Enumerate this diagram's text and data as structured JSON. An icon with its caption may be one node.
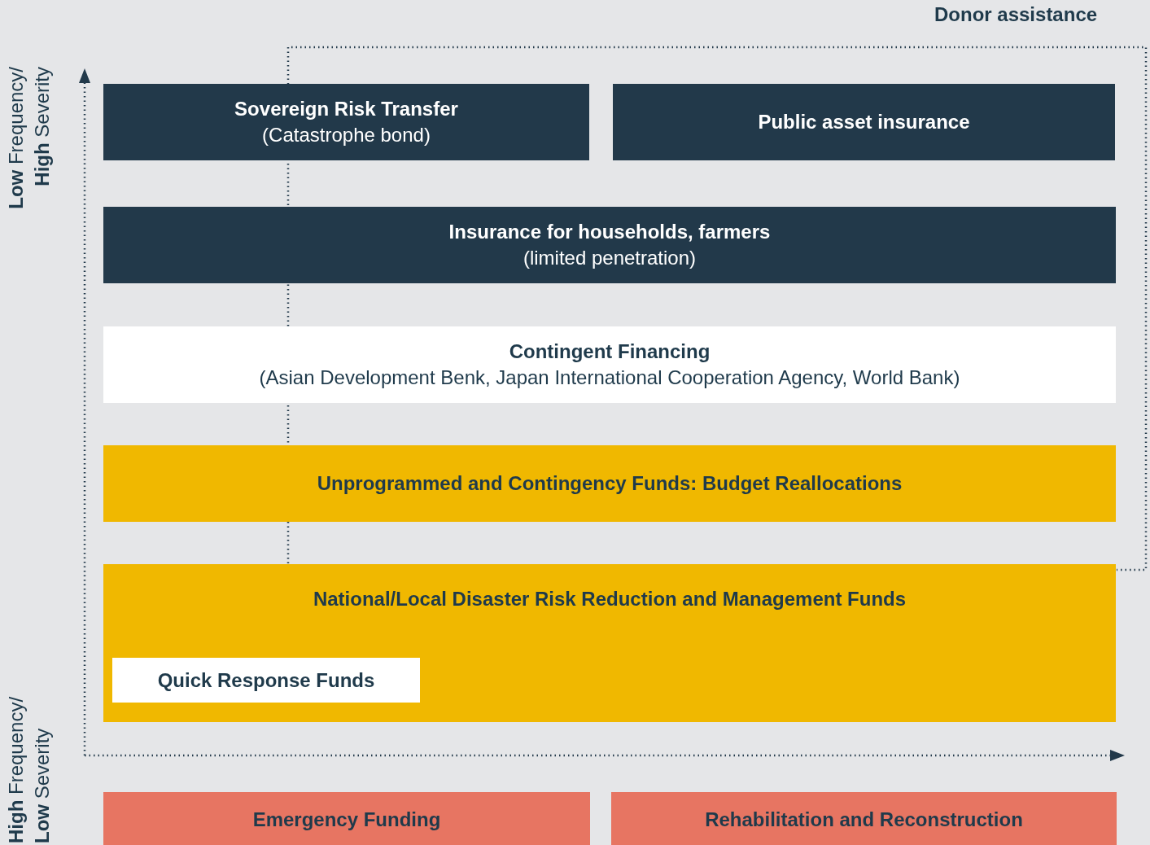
{
  "diagram": {
    "nodes": [
      {
        "text": [
          "Sovereign Risk Transfer",
          "(Catastrophe bond)"
        ]
      },
      {
        "text": [
          "Public asset insurance"
        ]
      },
      {
        "text": [
          "Insurance for households, farmers",
          "(limited penetration)"
        ]
      },
      {
        "text": [
          "Contingent Financing",
          "(Asian Development Benk, Japan International Cooperation Agency, World Bank)"
        ]
      },
      {
        "text": [
          "Unprogrammed and Contingency Funds: Budget Reallocations"
        ]
      },
      {
        "text": [
          "National/Local Disaster Risk Reduction and Management Funds"
        ]
      },
      {
        "text": [
          "Quick Response Funds"
        ],
        "in": 5
      },
      {
        "text": [
          "Emergency Funding"
        ]
      },
      {
        "text": [
          "Rehabilitation and Reconstruction"
        ]
      }
    ],
    "edges": [],
    "labels": [
      "Donor assistance",
      "**Low** Frequency/ **High** Severity",
      "**High** Frequency/ **Low** Severity"
    ]
  }
}
